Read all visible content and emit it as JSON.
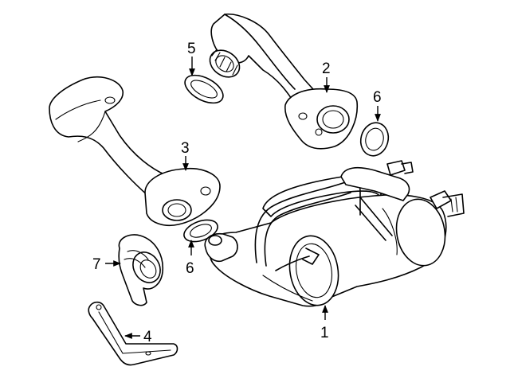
{
  "diagram": {
    "background_color": "#ffffff",
    "line_color": "#000000",
    "callouts": [
      {
        "id": "callout-1",
        "label": "1"
      },
      {
        "id": "callout-2",
        "label": "2"
      },
      {
        "id": "callout-3",
        "label": "3"
      },
      {
        "id": "callout-4",
        "label": "4"
      },
      {
        "id": "callout-5",
        "label": "5"
      },
      {
        "id": "callout-6-upper",
        "label": "6"
      },
      {
        "id": "callout-6-lower",
        "label": "6"
      },
      {
        "id": "callout-7",
        "label": "7"
      }
    ]
  }
}
